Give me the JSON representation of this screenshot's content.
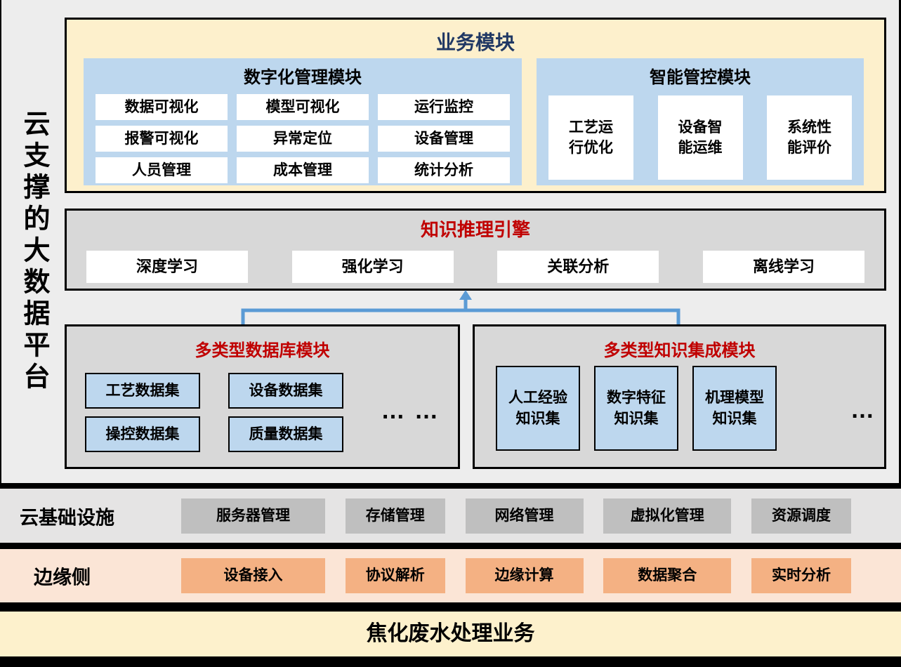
{
  "platform": {
    "vertical_title": "云支撑的大数据平台"
  },
  "business": {
    "title": "业务模块",
    "digital": {
      "title": "数字化管理模块",
      "items": [
        "数据可视化",
        "模型可视化",
        "运行监控",
        "报警可视化",
        "异常定位",
        "设备管理",
        "人员管理",
        "成本管理",
        "统计分析"
      ]
    },
    "intelligent": {
      "title": "智能管控模块",
      "items": [
        "工艺运行优化",
        "设备智能运维",
        "系统性能评价"
      ]
    }
  },
  "engine": {
    "title": "知识推理引擎",
    "items": [
      "深度学习",
      "强化学习",
      "关联分析",
      "离线学习"
    ]
  },
  "database_module": {
    "title": "多类型数据库模块",
    "items": [
      "工艺数据集",
      "设备数据集",
      "操控数据集",
      "质量数据集"
    ],
    "ellipsis": "… …"
  },
  "knowledge_module": {
    "title": "多类型知识集成模块",
    "items": [
      "人工经验知识集",
      "数字特征知识集",
      "机理模型知识集"
    ],
    "ellipsis": "…"
  },
  "cloud_infra": {
    "label": "云基础设施",
    "items": [
      "服务器管理",
      "存储管理",
      "网络管理",
      "虚拟化管理",
      "资源调度"
    ]
  },
  "edge_side": {
    "label": "边缘侧",
    "items": [
      "设备接入",
      "协议解析",
      "边缘计算",
      "数据聚合",
      "实时分析"
    ]
  },
  "bottom": {
    "title": "焦化废水处理业务"
  },
  "colors": {
    "bg": "#ededed",
    "yellow": "#fdf0cc",
    "blue_light": "#bdd7ee",
    "gray_panel": "#d8d8d8",
    "infra_band": "#e5e4e4",
    "infra_box": "#bfbfbf",
    "peach_band": "#fbe5d6",
    "peach_box": "#f4b183",
    "cream_band": "#fdf1cc",
    "accent_red": "#c00000",
    "accent_navy": "#203864",
    "arrow_blue": "#5b9bd5"
  }
}
